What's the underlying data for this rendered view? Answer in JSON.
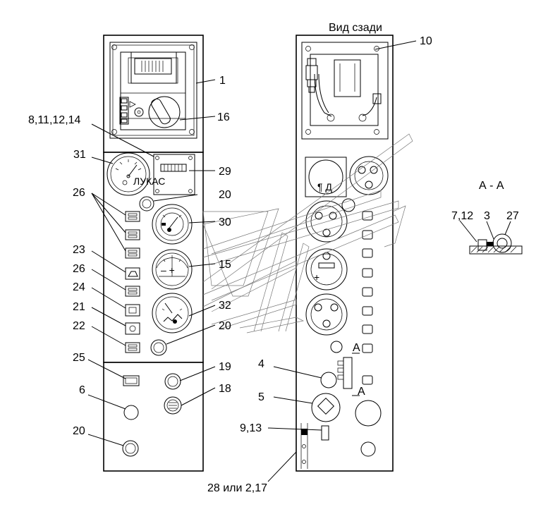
{
  "header": {
    "rear_view_title": "Вид сзади"
  },
  "section": {
    "title": "А - А",
    "mark": "А"
  },
  "callouts": {
    "c1": "1",
    "c16": "16",
    "c8": "8,11,12,14",
    "c31": "31",
    "c29": "29",
    "c20a": "20",
    "c26a": "26",
    "c30": "30",
    "c23": "23",
    "c15": "15",
    "c26b": "26",
    "c24": "24",
    "c21": "21",
    "c32": "32",
    "c22": "22",
    "c20b": "20",
    "c25": "25",
    "c19": "19",
    "c6": "6",
    "c18": "18",
    "c20c": "20",
    "c10": "10",
    "c4": "4",
    "c5": "5",
    "c913": "9,13",
    "c28": "28 или 2,17",
    "c712": "7,12",
    "c3": "3",
    "c27": "27"
  },
  "meter_text": {
    "gauge31_brand": "ЛУКАС"
  }
}
